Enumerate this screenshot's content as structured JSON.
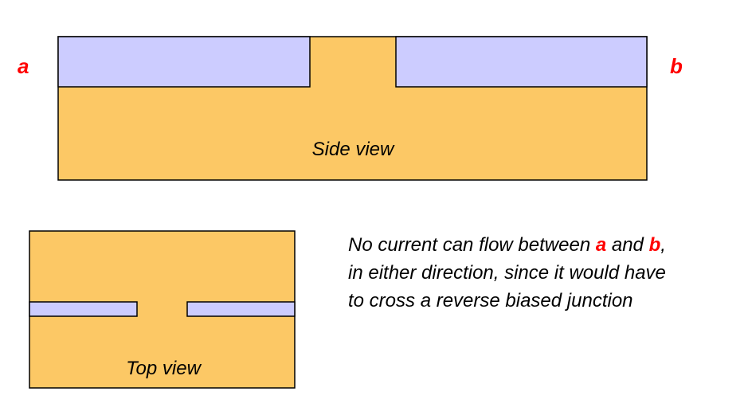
{
  "colors": {
    "substrate": "#FCC865",
    "diffusion": "#CCCCFF",
    "outline": "#000000",
    "terminal": "#FF0000",
    "text": "#000000"
  },
  "labels": {
    "terminal_a": "a",
    "terminal_b": "b",
    "side_view": "Side view",
    "top_view": "Top view"
  },
  "description": {
    "line1_pre": "No current can flow between ",
    "line1_a": "a",
    "line1_mid": " and ",
    "line1_b": "b",
    "line1_post": ",",
    "line2": "in either direction, since it would have",
    "line3": "to cross a reverse biased junction"
  }
}
